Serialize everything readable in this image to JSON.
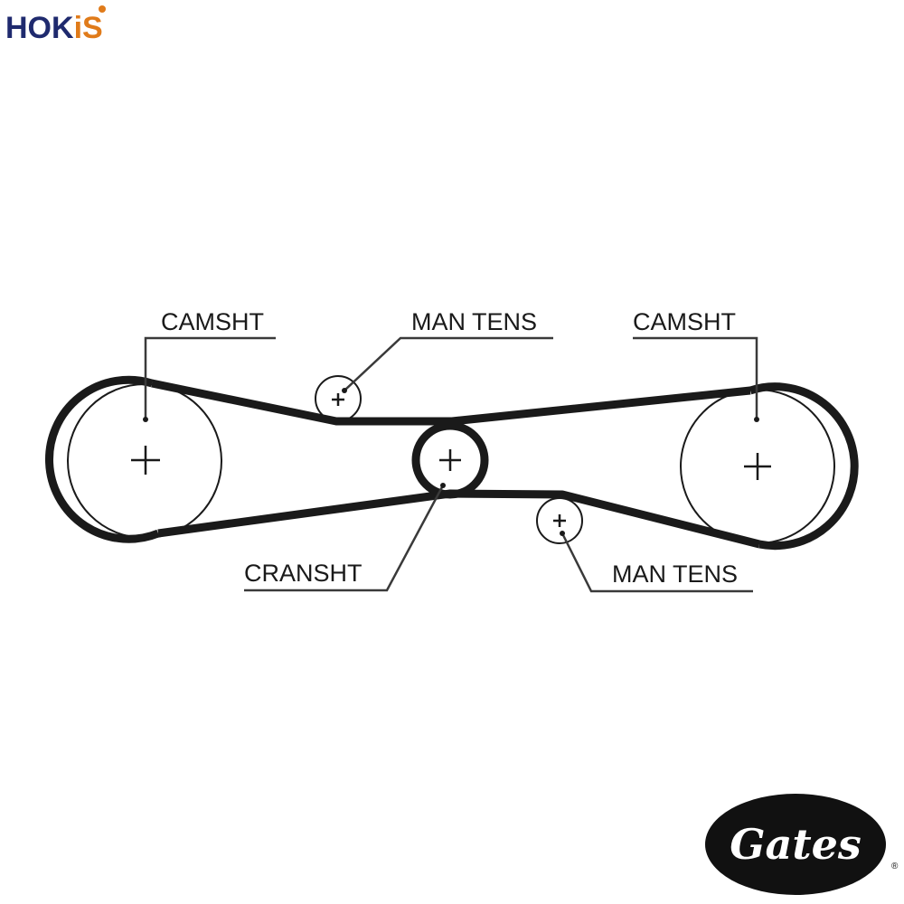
{
  "brand": {
    "hokis": {
      "part1": "HOK",
      "part2": "i",
      "part3": "S",
      "color_dark": "#1f2a6e",
      "color_accent": "#e07b1a"
    },
    "gates": {
      "text": "Gates",
      "registered": "®"
    }
  },
  "labels": {
    "camshaft_left": "CAMSHT",
    "tensioner_top": "MAN TENS",
    "camshaft_right": "CAMSHT",
    "crankshaft": "CRANSHT",
    "tensioner_bottom": "MAN TENS"
  },
  "colors": {
    "belt": "#1a1a1a",
    "line": "#3a3a3a",
    "text": "#1a1a1a"
  }
}
